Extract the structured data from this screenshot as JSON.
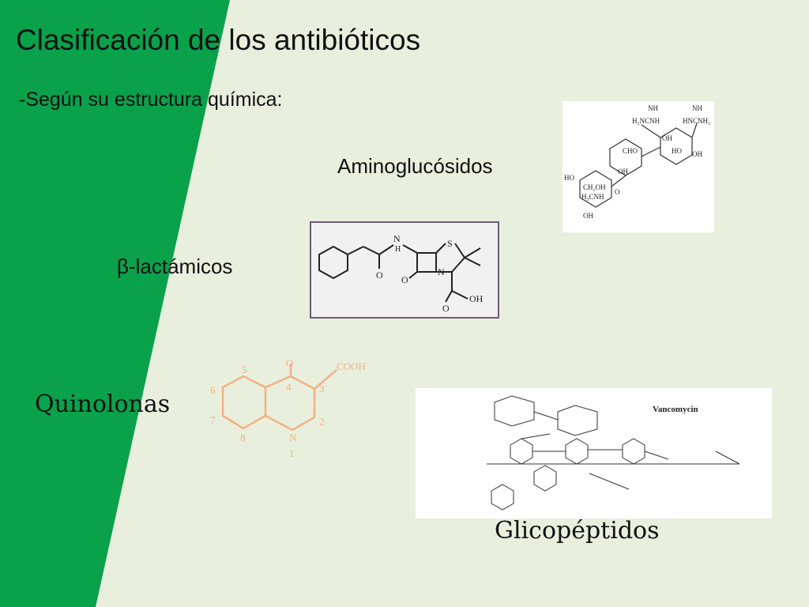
{
  "slide": {
    "title": "Clasificación de los antibióticos",
    "subtitle": "-Según  su estructura química:",
    "accent_color": "#0aa14b",
    "background_color": "#e9efdd"
  },
  "classes": {
    "aminoglucosidos": "Aminoglucósidos",
    "beta_lactamicos": "β-lactámicos",
    "quinolonas": "Quinolonas",
    "glicopeptidos": "Glicopéptidos"
  },
  "aminoglycoside_structure": {
    "labels": [
      "NH",
      "H₂NCNH",
      "NH",
      "HNCNH₂",
      "OH",
      "CHO",
      "OH",
      "HO",
      "OH",
      "HO",
      "CH₂OH",
      "O",
      "H₃CNH",
      "OH"
    ]
  },
  "beta_lactam_structure": {
    "labels": [
      "N",
      "H",
      "S",
      "N",
      "O",
      "O",
      "O",
      "OH"
    ]
  },
  "quinolone_structure": {
    "color": "#f4b183",
    "labels": {
      "oxo": "O",
      "cooh": "COOH",
      "nitrogen": "N",
      "pos1": "1",
      "pos2": "2",
      "pos3": "3",
      "pos4": "4",
      "pos5": "5",
      "pos6": "6",
      "pos7": "7",
      "pos8": "8"
    }
  },
  "glycopeptide_structure": {
    "name": "Vancomycin"
  }
}
